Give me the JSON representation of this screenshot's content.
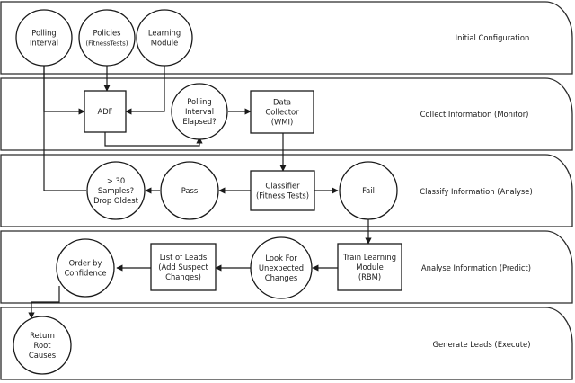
{
  "lanes": [
    {
      "label": "Initial Configuration"
    },
    {
      "label": "Collect Information (Monitor)"
    },
    {
      "label": "Classify Information (Analyse)"
    },
    {
      "label": "Analyse Information (Predict)"
    },
    {
      "label": "Generate Leads (Execute)"
    }
  ],
  "nodes": {
    "polling_interval": {
      "shape": "circle",
      "lines": [
        "Polling",
        "Interval"
      ]
    },
    "policies": {
      "shape": "circle",
      "lines": [
        "Policies",
        "(FitnessTests)"
      ]
    },
    "learning_module": {
      "shape": "circle",
      "lines": [
        "Learning",
        "Module"
      ]
    },
    "adf": {
      "shape": "rect",
      "lines": [
        "ADF"
      ]
    },
    "polling_elapsed": {
      "shape": "circle",
      "lines": [
        "Polling",
        "Interval",
        "Elapsed?"
      ]
    },
    "data_collector": {
      "shape": "rect",
      "lines": [
        "Data",
        "Collector",
        "(WMI)"
      ]
    },
    "samples": {
      "shape": "circle",
      "lines": [
        "> 30",
        "Samples?",
        "Drop Oldest"
      ]
    },
    "pass": {
      "shape": "circle",
      "lines": [
        "Pass"
      ]
    },
    "classifier": {
      "shape": "rect",
      "lines": [
        "Classifier",
        "(Fitness Tests)"
      ]
    },
    "fail": {
      "shape": "circle",
      "lines": [
        "Fail"
      ]
    },
    "order_confidence": {
      "shape": "circle",
      "lines": [
        "Order by",
        "Confidence"
      ]
    },
    "list_leads": {
      "shape": "rect",
      "lines": [
        "List of Leads",
        "(Add Suspect",
        "Changes)"
      ]
    },
    "look_unexpected": {
      "shape": "circle",
      "lines": [
        "Look For",
        "Unexpected",
        "Changes"
      ]
    },
    "train_module": {
      "shape": "rect",
      "lines": [
        "Train Learning",
        "Module",
        "(RBM)"
      ]
    },
    "return_causes": {
      "shape": "circle",
      "lines": [
        "Return",
        "Root",
        "Causes"
      ]
    }
  },
  "edges": [
    {
      "from": "policies",
      "to": "adf"
    },
    {
      "from": "learning_module",
      "to": "adf"
    },
    {
      "from": "polling_interval",
      "to": "adf"
    },
    {
      "from": "adf",
      "to": "polling_elapsed"
    },
    {
      "from": "polling_elapsed",
      "to": "data_collector"
    },
    {
      "from": "data_collector",
      "to": "classifier"
    },
    {
      "from": "classifier",
      "to": "pass"
    },
    {
      "from": "classifier",
      "to": "fail"
    },
    {
      "from": "pass",
      "to": "samples"
    },
    {
      "from": "fail",
      "to": "train_module"
    },
    {
      "from": "train_module",
      "to": "look_unexpected"
    },
    {
      "from": "look_unexpected",
      "to": "list_leads"
    },
    {
      "from": "list_leads",
      "to": "order_confidence"
    },
    {
      "from": "order_confidence",
      "to": "return_causes"
    },
    {
      "from": "samples",
      "to": "polling_interval"
    }
  ]
}
